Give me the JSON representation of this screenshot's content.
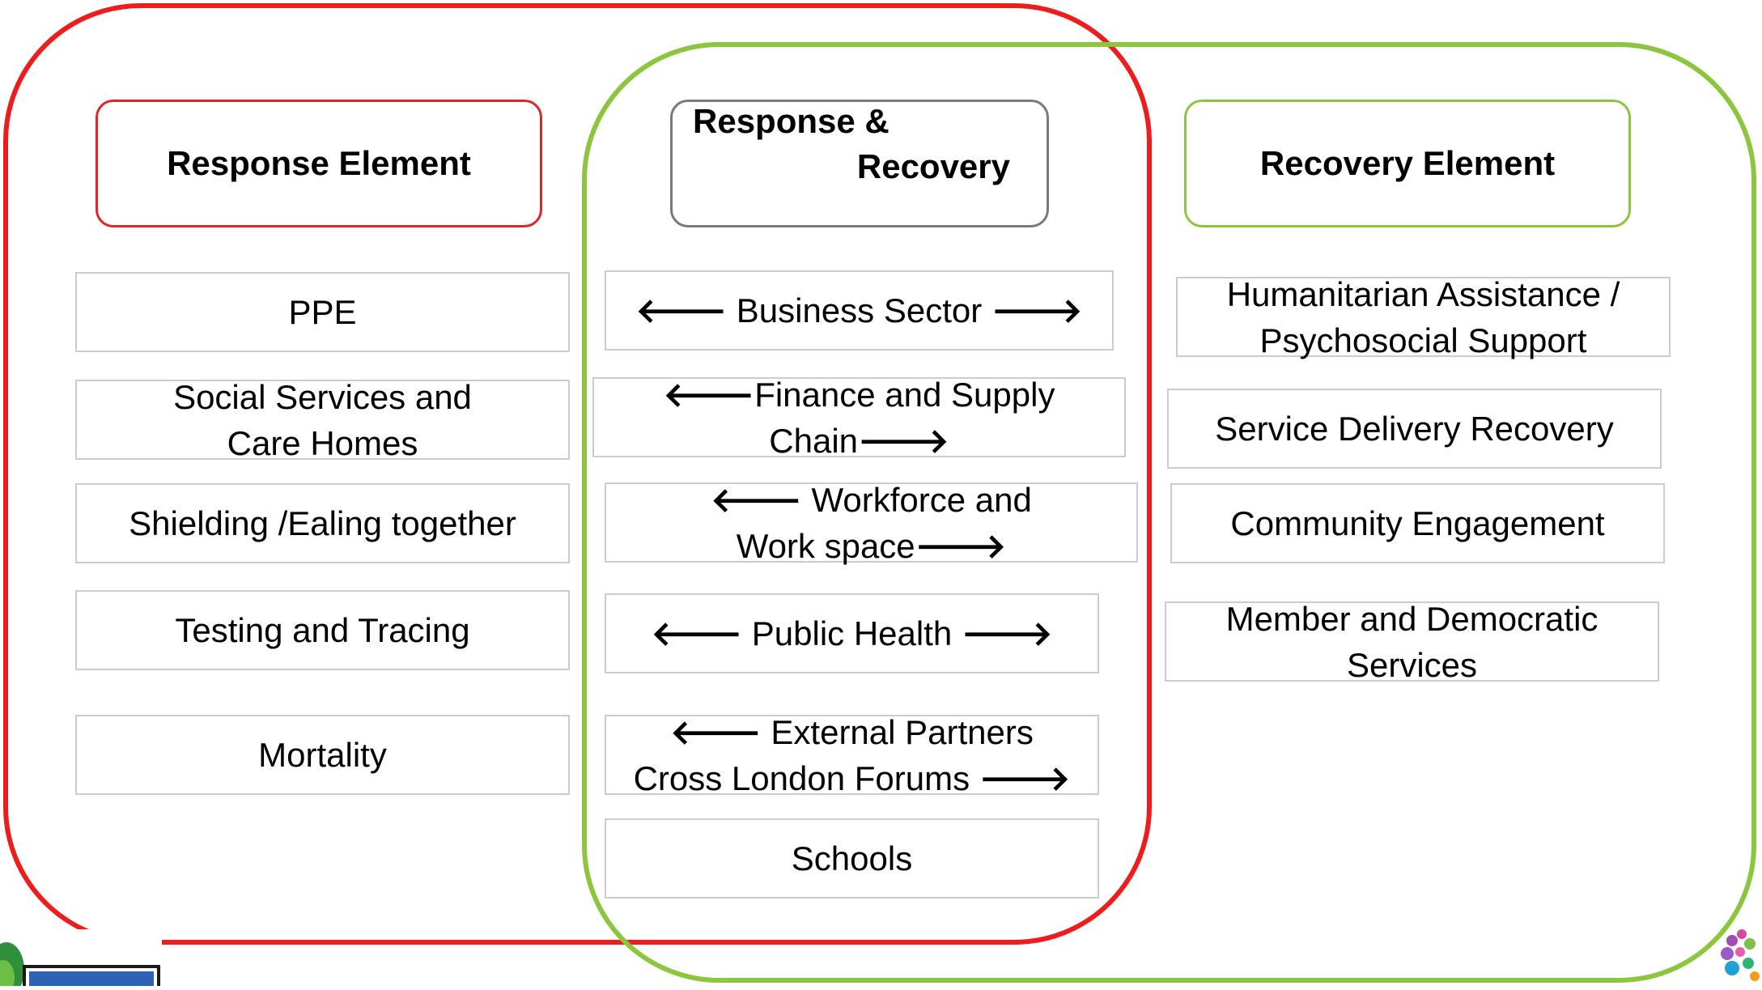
{
  "colors": {
    "response": "#ee1c1c",
    "recovery": "#8cc63f",
    "shared_header_border": "#7a7a7a"
  },
  "response_element": {
    "title": "Response Element",
    "items": [
      "PPE",
      "Social Services and Care Homes",
      "Shielding /Ealing together",
      "Testing and Tracing",
      "Mortality"
    ]
  },
  "shared": {
    "title_line1": "Response &",
    "title_line2": "Recovery",
    "arrow_left": "🡐",
    "arrow_right": "🡒",
    "items": [
      {
        "text": "Business Sector"
      },
      {
        "text": "Finance and Supply Chain"
      },
      {
        "text": "Workforce and Work space"
      },
      {
        "text": "Public Health"
      },
      {
        "text": "External Partners Cross London Forums"
      },
      {
        "text": "Schools"
      }
    ]
  },
  "recovery_element": {
    "title": "Recovery Element",
    "items": [
      "Humanitarian Assistance / Psychosocial Support",
      "Service Delivery Recovery",
      "Community Engagement",
      "Member and Democratic Services"
    ]
  }
}
